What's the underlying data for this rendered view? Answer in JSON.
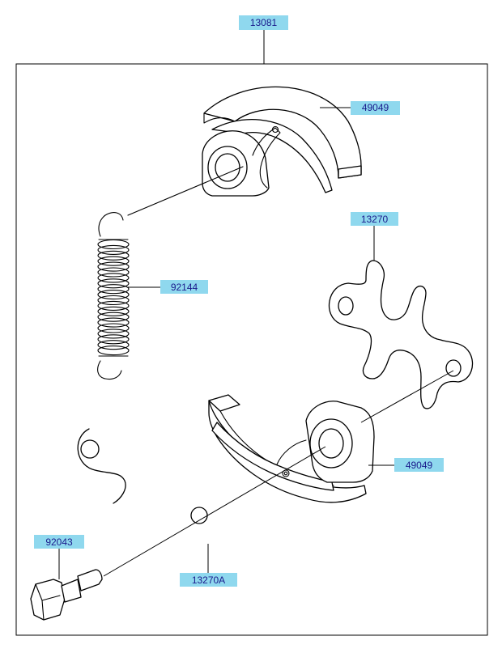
{
  "callouts": {
    "assembly": "13081",
    "shoe_top": "49049",
    "spring": "92144",
    "plate_right": "13270",
    "shoe_bottom": "49049",
    "bolt": "92043",
    "plate_left": "13270A"
  },
  "colors": {
    "callout_fill": "#8fd8ee",
    "callout_text": "#1a1a8c",
    "line": "#000000",
    "background": "#ffffff"
  }
}
